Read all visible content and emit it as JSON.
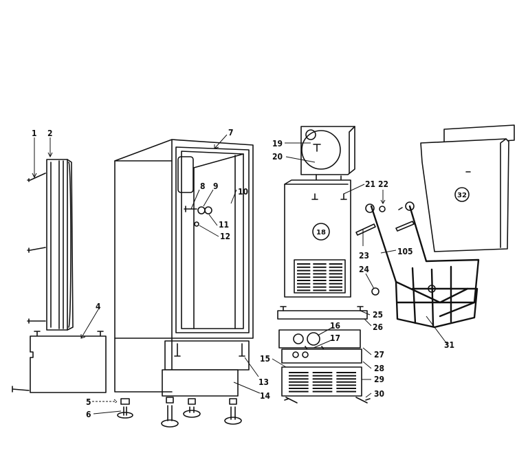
{
  "part_numbers": {
    "p1": "1",
    "p2": "2",
    "p4": "4",
    "p5": "5",
    "p6": "6",
    "p7": "7",
    "p8": "8",
    "p9": "9",
    "p10": "10",
    "p11": "11",
    "p12": "12",
    "p13": "13",
    "p14": "14",
    "p15": "15",
    "p16": "16",
    "p17": "17",
    "p18": "18",
    "p19": "19",
    "p20": "20",
    "p21": "21",
    "p22": "22",
    "p23": "23",
    "p24": "24",
    "p25": "25",
    "p26": "26",
    "p27": "27",
    "p28": "28",
    "p29": "29",
    "p30": "30",
    "p31": "31",
    "p32": "32",
    "p105": "105"
  }
}
